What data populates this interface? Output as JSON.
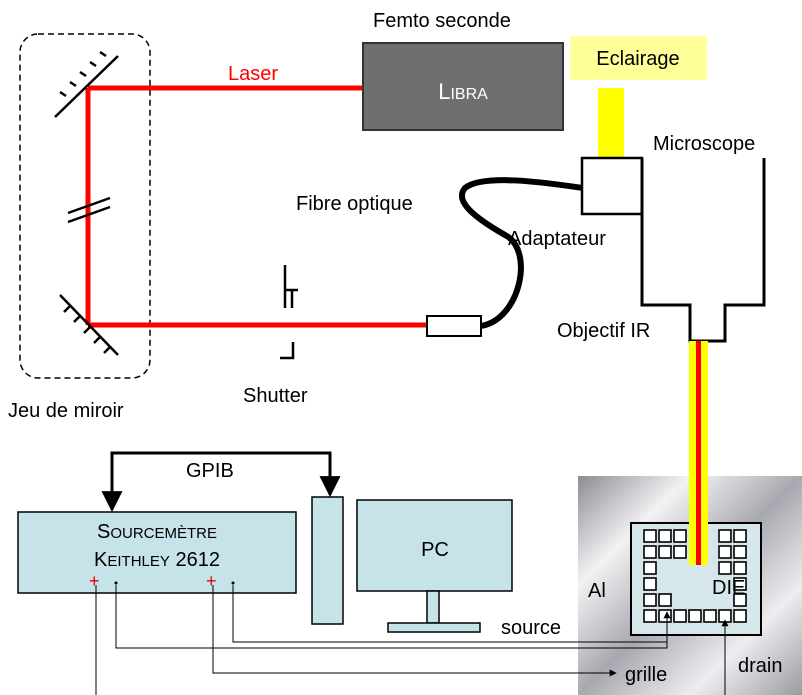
{
  "labels": {
    "femto": "Femto seconde",
    "libra_big": "L",
    "libra_small": "IBRA",
    "laser": "Laser",
    "eclairage": "Eclairage",
    "microscope": "Microscope",
    "fibre": "Fibre optique",
    "adaptateur": "Adaptateur",
    "objectif": "Objectif IR",
    "jeu": "Jeu de miroir",
    "shutter": "Shutter",
    "gpib": "GPIB",
    "source_l1_big": "S",
    "source_l1_small": "OURCEMÈTRE",
    "source_l2_big": "K",
    "source_l2_small": "EITHLEY",
    "source_l2_num": " 2612",
    "pc": "PC",
    "al": "Al",
    "die": "DIE",
    "source": "source",
    "grille": "grille",
    "drain": "drain",
    "plus1": "+",
    "plus2": "+"
  },
  "colors": {
    "laser": "#ff0000",
    "illumination": "#ffff00",
    "eclairage_bg": "#ffff99",
    "libra_box": "#6f6f6f",
    "instrument_fill": "#c5e3e8",
    "terminal_plus": "#e00000"
  },
  "icons": {
    "mirror": "diagonal-mirror-icon",
    "break": "double-slash-break-icon",
    "shutter": "shutter-icon",
    "monitor": "monitor-icon"
  }
}
